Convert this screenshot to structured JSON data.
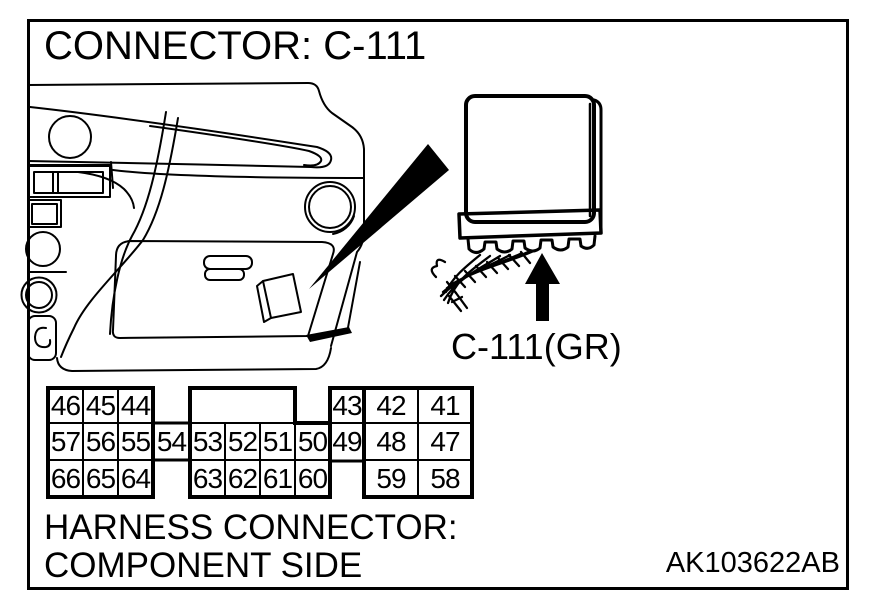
{
  "figure": {
    "title": "CONNECTOR: C-111",
    "connector_label": "C-111(GR)",
    "caption_line1": "HARNESS CONNECTOR:",
    "caption_line2": "COMPONENT SIDE",
    "figure_code": "AK103622AB",
    "ink_color": "#000000",
    "paper_color": "#ffffff"
  },
  "icons": {
    "location_arrow": "large black arrow pointing from dashboard to ECU location",
    "connector_arrow": "black up arrow pointing at connector C-111",
    "ecu": "ECU box with harness connector and wiring",
    "dashboard": "instrument panel line drawing"
  },
  "pin_table": {
    "row1": {
      "left": [
        "46",
        "45",
        "44"
      ],
      "right": [
        "43",
        "42",
        "41"
      ]
    },
    "row2": {
      "left": [
        "57",
        "56",
        "55"
      ],
      "mid": [
        "54",
        "53",
        "52",
        "51",
        "50",
        "49"
      ],
      "right": [
        "48",
        "47"
      ]
    },
    "row3": {
      "left": [
        "66",
        "65",
        "64"
      ],
      "mid": [
        "63",
        "62",
        "61",
        "60"
      ],
      "right": [
        "59",
        "58"
      ]
    }
  }
}
